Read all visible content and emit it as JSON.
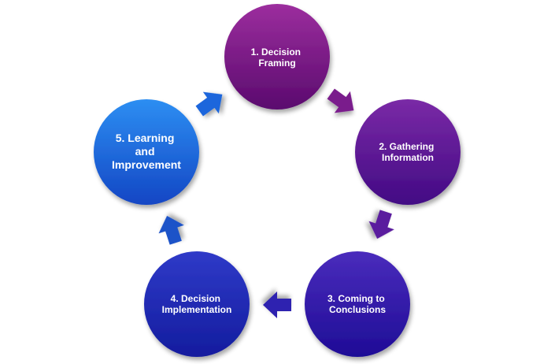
{
  "diagram": {
    "nodes": [
      {
        "id": "node-1",
        "lines": [
          "1. Decision",
          "Framing"
        ],
        "color_top": "#9c2e9e",
        "color_bottom": "#5a0a6e"
      },
      {
        "id": "node-2",
        "lines": [
          "2. Gathering",
          "Information"
        ],
        "color_top": "#7a2aa6",
        "color_bottom": "#420a84"
      },
      {
        "id": "node-3",
        "lines": [
          "3. Coming to",
          "Conclusions"
        ],
        "color_top": "#4a2cbc",
        "color_bottom": "#1e0c96"
      },
      {
        "id": "node-4",
        "lines": [
          "4. Decision",
          "Implementation"
        ],
        "color_top": "#2f3ac8",
        "color_bottom": "#131c9e"
      },
      {
        "id": "node-5",
        "lines": [
          "5. Learning",
          "and",
          "Improvement"
        ],
        "color_top": "#2d8ef2",
        "color_bottom": "#1346c4"
      }
    ],
    "arrows": [
      {
        "id": "arrow-1-to-2",
        "color": "#7a1a8c"
      },
      {
        "id": "arrow-2-to-3",
        "color": "#5a1a9e"
      },
      {
        "id": "arrow-3-to-4",
        "color": "#2f24b0"
      },
      {
        "id": "arrow-4-to-5",
        "color": "#1f52c8"
      },
      {
        "id": "arrow-5-to-1",
        "color": "#1a66dc"
      }
    ]
  }
}
